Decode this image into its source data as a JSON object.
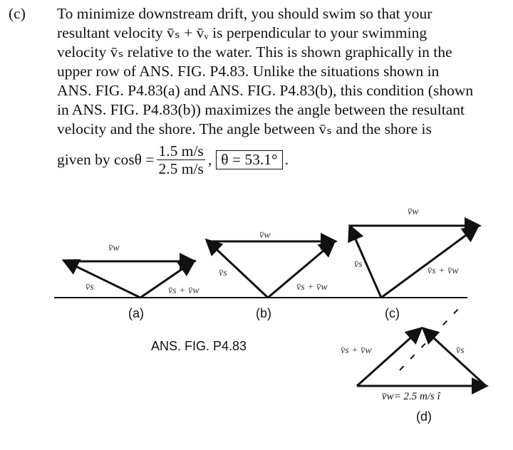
{
  "part_label": "(c)",
  "lines": [
    "To minimize downstream drift, you should swim so that your",
    "resultant velocity v̄ₛ + v̄ᵥ is perpendicular to your swimming",
    "velocity v̄ₛ relative to the water. This is shown graphically in the",
    "upper row of ANS. FIG. P4.83. Unlike the situations shown in",
    "ANS. FIG. P4.83(a) and ANS. FIG. P4.83(b), this condition (shown",
    "in ANS. FIG. P4.83(b)) maximizes the angle between the resultant",
    "velocity and the shore. The angle between v̄ₛ and the shore is"
  ],
  "equation": {
    "prefix": "given by cosθ =",
    "numerator": "1.5 m/s",
    "denominator": "2.5 m/s",
    "comma": ",",
    "answer": "θ = 53.1°",
    "period": "."
  },
  "figure": {
    "caption": "ANS. FIG. P4.83",
    "labels": {
      "vw": "v̄w",
      "vs": "v̄s",
      "sum": "v̄s + v̄w",
      "vw_d": "v̄w= 2.5 m/s î"
    },
    "panels": [
      "(a)",
      "(b)",
      "(c)",
      "(d)"
    ]
  }
}
